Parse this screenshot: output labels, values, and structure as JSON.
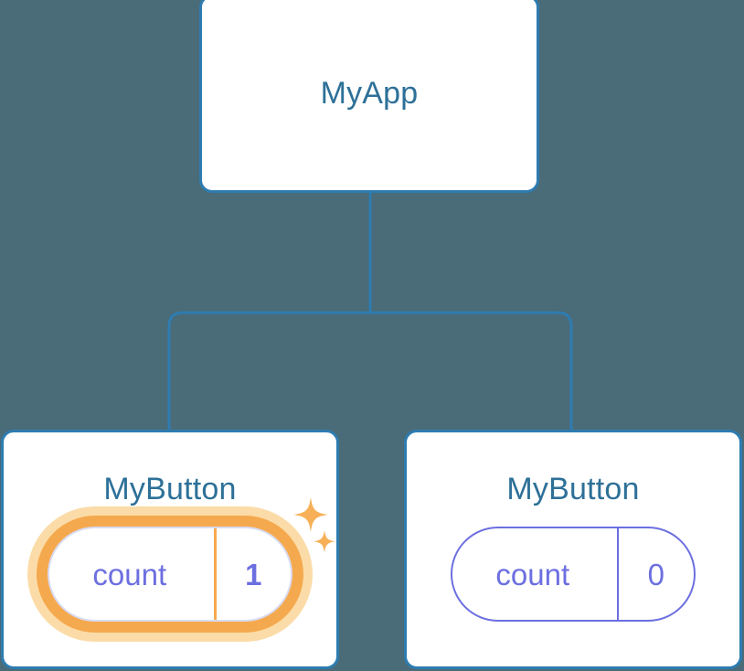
{
  "background_color": "#4a6b78",
  "colors": {
    "node_border": "#2e7cb0",
    "node_fill": "#ffffff",
    "title_text": "#2d7098",
    "state_text": "#6c6fe0",
    "state_border": "#6c6fe0",
    "highlight_ring": "#f5a94e",
    "highlight_glow": "#fbdca8",
    "edge_line": "#2e7cb0"
  },
  "tree": {
    "root": {
      "title": "MyApp"
    },
    "children": [
      {
        "title": "MyButton",
        "state": {
          "key": "count",
          "value": "1"
        },
        "highlighted": true
      },
      {
        "title": "MyButton",
        "state": {
          "key": "count",
          "value": "0"
        },
        "highlighted": false
      }
    ]
  }
}
